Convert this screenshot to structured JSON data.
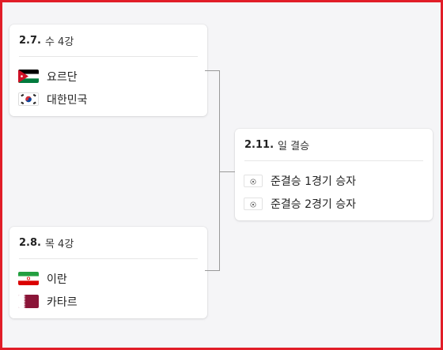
{
  "matches": [
    {
      "date": "2.7.",
      "label": "수 4강",
      "teams": [
        {
          "name": "요르단",
          "flag": "jordan-flag-icon"
        },
        {
          "name": "대한민국",
          "flag": "korea-flag-icon"
        }
      ]
    },
    {
      "date": "2.8.",
      "label": "목 4강",
      "teams": [
        {
          "name": "이란",
          "flag": "iran-flag-icon"
        },
        {
          "name": "카타르",
          "flag": "qatar-flag-icon"
        }
      ]
    },
    {
      "date": "2.11.",
      "label": "일 결승",
      "teams": [
        {
          "name": "준결승 1경기 승자",
          "flag": "soccer-ball-icon"
        },
        {
          "name": "준결승 2경기 승자",
          "flag": "soccer-ball-icon"
        }
      ]
    }
  ],
  "colors": {
    "frame_border": "#e11d28",
    "background": "#f5f5f7",
    "connector": "#999999"
  }
}
